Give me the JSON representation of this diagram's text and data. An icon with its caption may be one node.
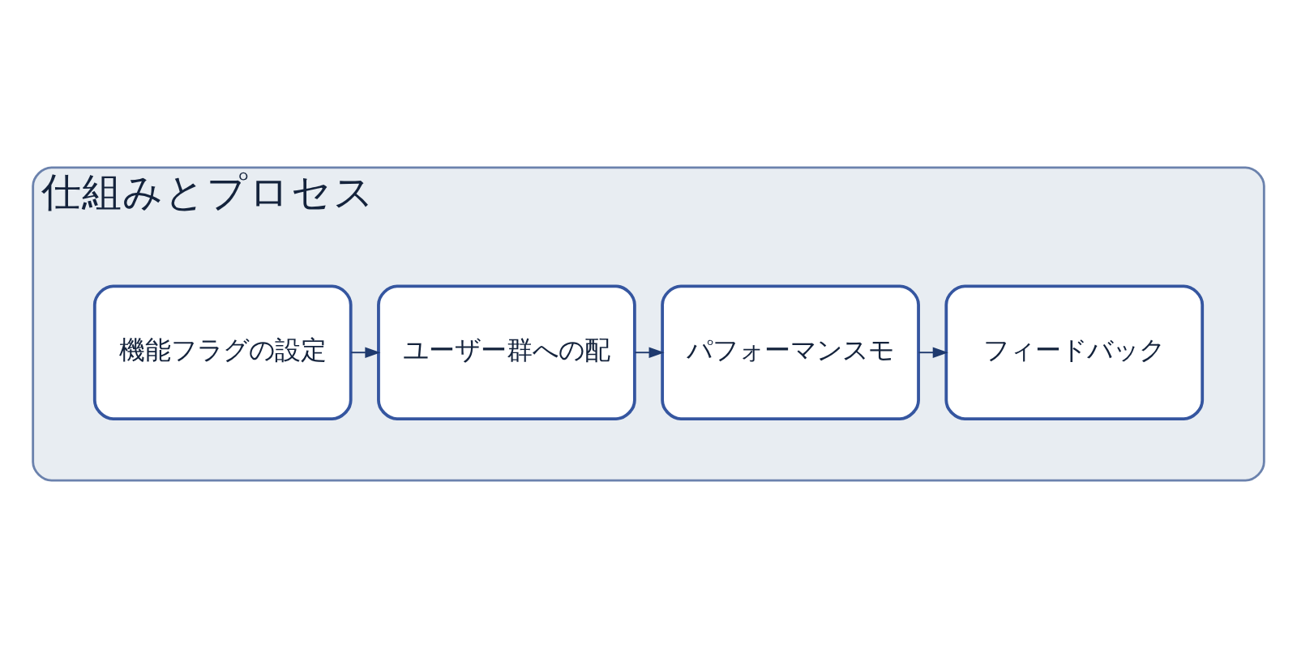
{
  "diagram": {
    "nodes": [
      {
        "text": [
          "仕組みとプロセス"
        ]
      },
      {
        "text": [
          "機能フラグの設定"
        ],
        "in": 0
      },
      {
        "text": [
          "ユーザー群への配"
        ],
        "in": 0
      },
      {
        "text": [
          "パフォーマンスモ"
        ],
        "in": 0
      },
      {
        "text": [
          "フィードバック"
        ],
        "in": 0
      }
    ],
    "edges": [
      {
        "from": 1,
        "to": 2,
        "arrow": "to"
      },
      {
        "from": 2,
        "to": 3,
        "arrow": "to"
      },
      {
        "from": 3,
        "to": 4,
        "arrow": "to"
      }
    ]
  }
}
